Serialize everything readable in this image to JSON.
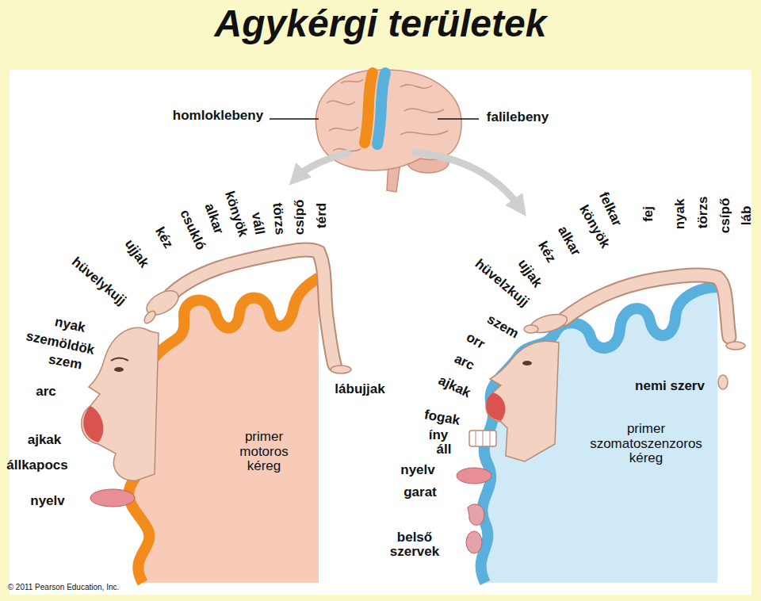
{
  "diagram": {
    "title": "Agykérgi területek",
    "nodes": [
      {
        "text": [
          "primer motoros kéreg"
        ]
      },
      {
        "text": [
          "primer szomatoszenzoros kéreg"
        ]
      }
    ],
    "labels": [
      "homloklebeny",
      "falilebeny",
      "hüvelykujj",
      "ujjak",
      "kéz",
      "csukló",
      "alkar",
      "könyök",
      "váll",
      "törzs",
      "csípő",
      "térd",
      "nyak",
      "szemöldök",
      "szem",
      "arc",
      "ajkak",
      "állkapocs",
      "nyelv",
      "lábujjak",
      "hüvelzkujj",
      "ujjak",
      "kéz",
      "alkar",
      "könyök",
      "felkar",
      "fej",
      "nyak",
      "törzs",
      "csípő",
      "láb",
      "szem",
      "orr",
      "arc",
      "ajkak",
      "fogak",
      "íny",
      "áll",
      "nyelv",
      "garat",
      "belső szervek",
      "nemi szerv",
      "© 2011 Pearson Education, Inc."
    ]
  }
}
